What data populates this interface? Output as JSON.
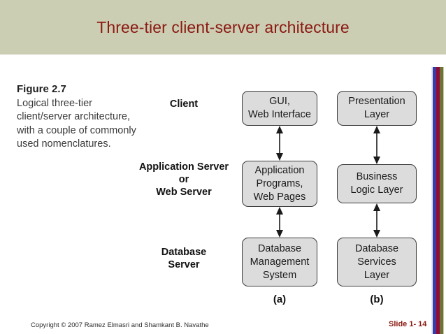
{
  "header": {
    "title": "Three-tier client-server architecture",
    "band_color": "#ccceb4",
    "title_color": "#8b1a12"
  },
  "caption": {
    "title": "Figure 2.7",
    "body": "Logical three-tier client/server architecture, with a couple of commonly used nomenclatures."
  },
  "tier_labels": [
    {
      "id": "client",
      "lines": [
        "Client"
      ]
    },
    {
      "id": "application-server",
      "lines": [
        "Application Server",
        "or",
        "Web Server"
      ]
    },
    {
      "id": "database-server",
      "lines": [
        "Database",
        "Server"
      ]
    }
  ],
  "columns": [
    {
      "id": "a",
      "caption": "(a)",
      "boxes": [
        {
          "id": "gui-web-interface",
          "lines": [
            "GUI,",
            "Web Interface"
          ]
        },
        {
          "id": "application-programs",
          "lines": [
            "Application",
            "Programs,",
            "Web Pages"
          ]
        },
        {
          "id": "database-management-system",
          "lines": [
            "Database",
            "Management",
            "System"
          ]
        }
      ]
    },
    {
      "id": "b",
      "caption": "(b)",
      "boxes": [
        {
          "id": "presentation-layer",
          "lines": [
            "Presentation",
            "Layer"
          ]
        },
        {
          "id": "business-logic-layer",
          "lines": [
            "Business",
            "Logic Layer"
          ]
        },
        {
          "id": "database-services-layer",
          "lines": [
            "Database",
            "Services",
            "Layer"
          ]
        }
      ]
    }
  ],
  "connectors": {
    "type": "double-headed-arrow",
    "count": 4,
    "color": "#1a1a1a"
  },
  "footer": {
    "copyright": "Copyright © 2007 Ramez Elmasri and Shamkant B. Navathe",
    "slide_number": "Slide 1- 14",
    "slide_number_color": "#8b1a12"
  },
  "decoration": {
    "stripe_colors": [
      "#3b3ba8",
      "#8e0c3a",
      "#6d7333"
    ]
  }
}
